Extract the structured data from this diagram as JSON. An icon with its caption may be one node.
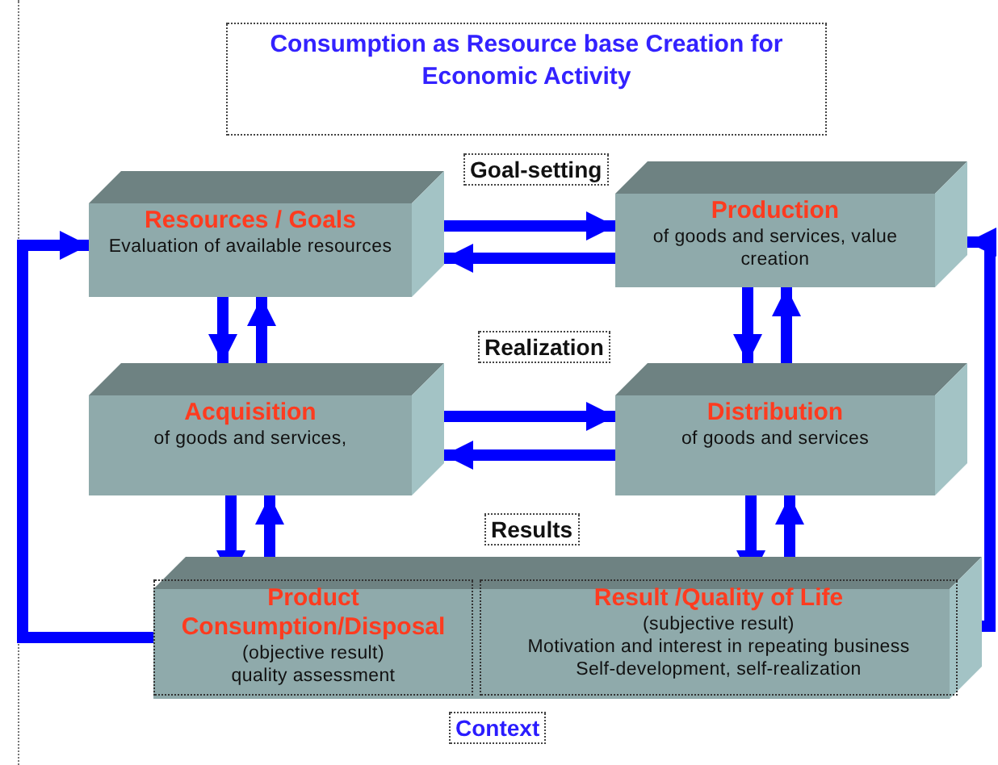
{
  "diagram": {
    "title": "Consumption as Resource base Creation for Economic Activity",
    "nodes": [
      {
        "text": [
          "Resources / Goals",
          "Evaluation of available resources"
        ]
      },
      {
        "text": [
          "Production",
          "of goods and services, value creation"
        ]
      },
      {
        "text": [
          "Acquisition",
          "of goods and services,"
        ]
      },
      {
        "text": [
          "Distribution",
          "of goods and services"
        ]
      },
      {
        "text": [],
        "shape": "bar"
      },
      {
        "text": [
          "Product Consumption/Disposal",
          "(objective result)",
          "quality assessment"
        ],
        "in": 4
      },
      {
        "text": [
          "Result /Quality of Life",
          "(subjective result)",
          "Motivation and interest in repeating business",
          "Self-development, self-realization"
        ],
        "in": 4
      }
    ],
    "edges": [
      {
        "from": 0,
        "to": 1,
        "arrow": "to"
      },
      {
        "from": 1,
        "to": 0,
        "arrow": "to"
      },
      {
        "from": 0,
        "to": 2,
        "arrow": "to"
      },
      {
        "from": 2,
        "to": 0,
        "arrow": "to"
      },
      {
        "from": 1,
        "to": 3,
        "arrow": "to"
      },
      {
        "from": 3,
        "to": 1,
        "arrow": "to"
      },
      {
        "from": 2,
        "to": 3,
        "arrow": "to"
      },
      {
        "from": 3,
        "to": 2,
        "arrow": "to"
      },
      {
        "from": 2,
        "to": 5,
        "arrow": "to"
      },
      {
        "from": 5,
        "to": 2,
        "arrow": "to"
      },
      {
        "from": 3,
        "to": 6,
        "arrow": "to"
      },
      {
        "from": 6,
        "to": 3,
        "arrow": "to"
      },
      {
        "from": 5,
        "to": 0,
        "arrow": "to"
      },
      {
        "from": 6,
        "to": 1,
        "arrow": "to"
      }
    ],
    "labels": [
      "Goal-setting",
      "Realization",
      "Results",
      "Context"
    ]
  }
}
